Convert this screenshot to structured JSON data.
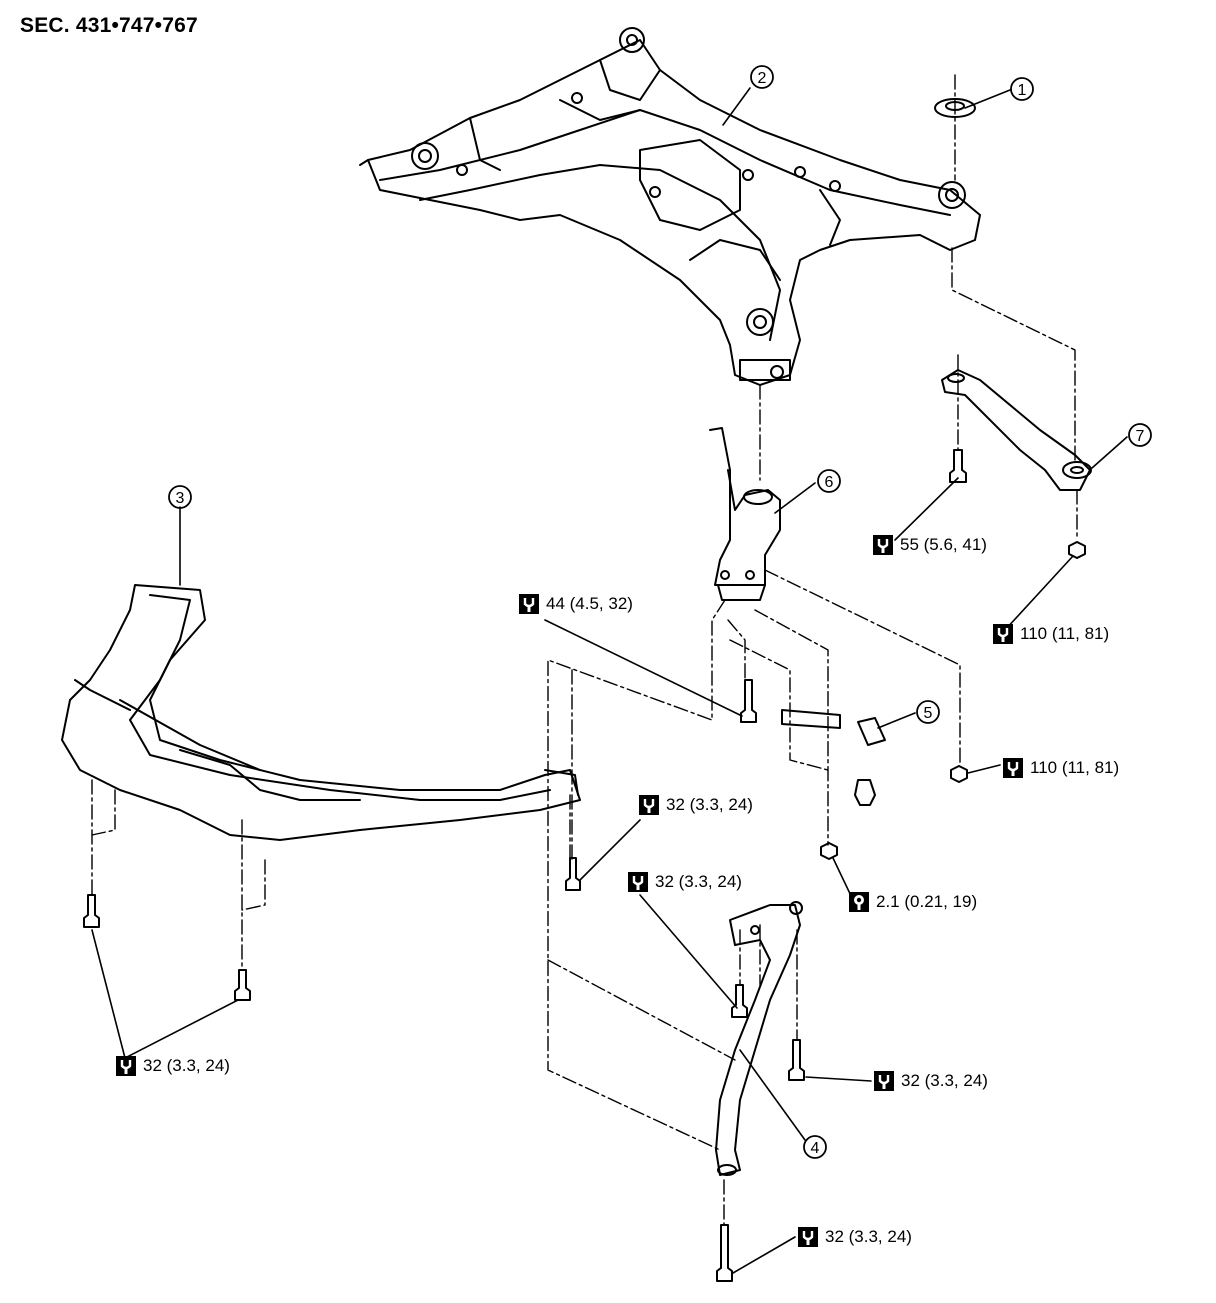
{
  "header": {
    "section_code": "SEC. 431•747•767"
  },
  "callouts": [
    {
      "number": "1"
    },
    {
      "number": "2"
    },
    {
      "number": "3"
    },
    {
      "number": "4"
    },
    {
      "number": "5"
    },
    {
      "number": "6"
    },
    {
      "number": "7"
    }
  ],
  "torque_specs": [
    {
      "value": "55 (5.6, 41)",
      "icon": "wrench-icon"
    },
    {
      "value": "110 (11, 81)",
      "icon": "wrench-icon"
    },
    {
      "value": "44 (4.5, 32)",
      "icon": "wrench-icon"
    },
    {
      "value": "110 (11, 81)",
      "icon": "wrench-icon"
    },
    {
      "value": "32 (3.3, 24)",
      "icon": "wrench-icon"
    },
    {
      "value": "32 (3.3, 24)",
      "icon": "wrench-icon"
    },
    {
      "value": "2.1 (0.21, 19)",
      "icon": "wrench-filled-icon"
    },
    {
      "value": "32 (3.3, 24)",
      "icon": "wrench-icon"
    },
    {
      "value": "32 (3.3, 24)",
      "icon": "wrench-icon"
    },
    {
      "value": "32 (3.3, 24)",
      "icon": "wrench-icon"
    }
  ]
}
